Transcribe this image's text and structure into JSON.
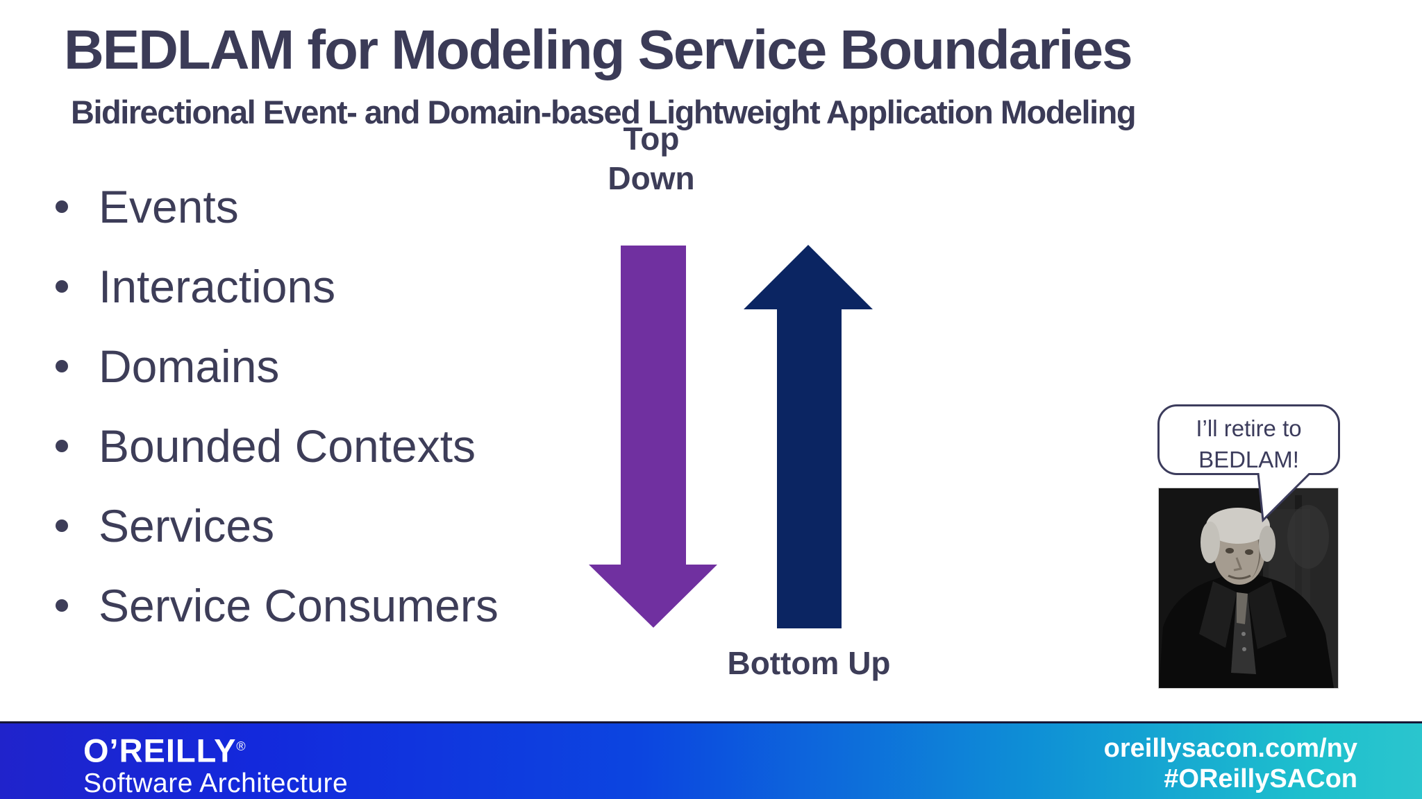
{
  "slide": {
    "title": "BEDLAM for Modeling Service Boundaries",
    "subtitle": "Bidirectional Event- and Domain-based Lightweight Application Modeling"
  },
  "bullets": {
    "items": [
      "Events",
      "Interactions",
      "Domains",
      "Bounded Contexts",
      "Services",
      "Service Consumers"
    ]
  },
  "arrows": {
    "top_down": {
      "label": "Top Down",
      "direction": "down",
      "color": "#7030A0"
    },
    "bottom_up": {
      "label": "Bottom Up",
      "direction": "up",
      "color": "#0B2562"
    }
  },
  "callout": {
    "bubble_line1": "I’ll retire to",
    "bubble_line2": "BEDLAM!",
    "photo": "black-and-white-scrooge-portrait"
  },
  "footer": {
    "brand": "O’REILLY",
    "registered_mark": "®",
    "brand_sub": "Software Architecture",
    "url": "oreillysacon.com/ny",
    "hashtag": "#OReillySACon",
    "gradient_left": "#2023CB",
    "gradient_right": "#2BC5CE"
  },
  "colors": {
    "heading_text": "#3B3B57",
    "bullet_text": "#3D3D58",
    "arrow_purple": "#7030A0",
    "arrow_navy": "#0B2562",
    "bubble_border": "#3C3C5C"
  }
}
